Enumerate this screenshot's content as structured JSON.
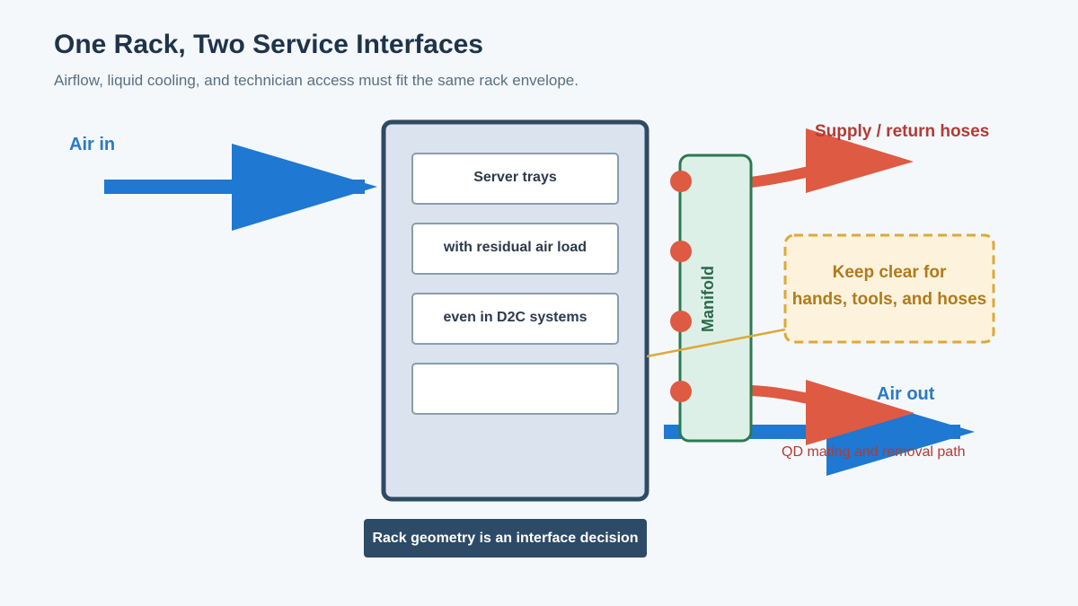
{
  "slide": {
    "title": "One Rack, Two Service Interfaces",
    "subtitle": "Airflow, liquid cooling, and technician access must fit the same rack envelope."
  },
  "labels": {
    "air_in": "Air in",
    "air_out": "Air out",
    "hoses": "Supply / return hoses",
    "manifold": "Manifold",
    "keep_clear_line1": "Keep clear for",
    "keep_clear_line2": "hands, tools, and hoses",
    "qd_path": "QD mating and removal path",
    "banner": "Rack geometry is an interface decision"
  },
  "trays": [
    "Server trays",
    "with residual air load",
    "even in D2C systems",
    ""
  ],
  "colors": {
    "air": "#1f78d1",
    "liquid": "#de5a43",
    "manifold": "#2b7a52",
    "keep_clear": "#dea83a",
    "rack_border": "#2f4a63",
    "banner": "#2d4a66"
  }
}
